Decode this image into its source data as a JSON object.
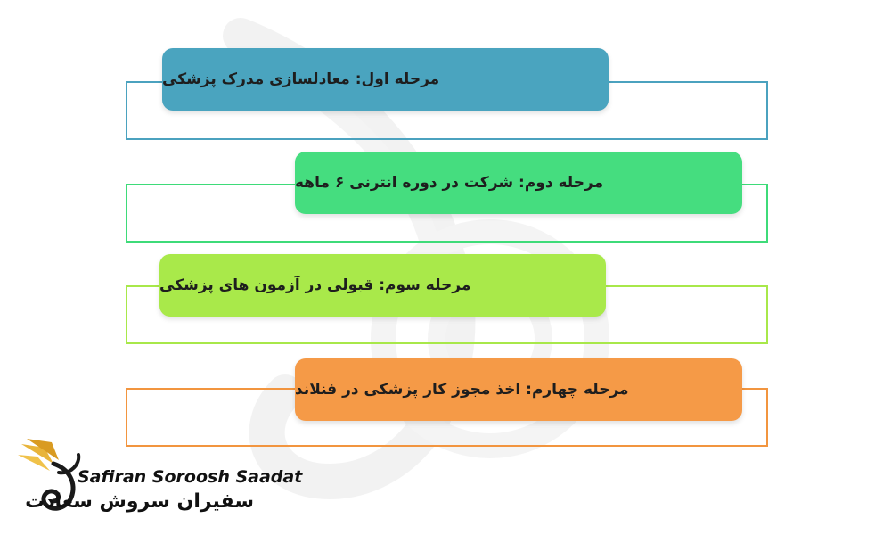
{
  "steps": [
    {
      "label": "مرحله اول: معادلسازی مدرک پزشکی",
      "color": "#4aa4bf"
    },
    {
      "label": "مرحله دوم: شرکت در دوره انترنی ۶ ماهه",
      "color": "#45dd7f"
    },
    {
      "label": "مرحله سوم: قبولی در آزمون های پزشکی",
      "color": "#a9e94a"
    },
    {
      "label": "مرحله چهارم: اخذ مجوز کار پزشکی در فنلاند",
      "color": "#f59a47"
    }
  ],
  "brand": {
    "name_en": "Safiran Soroosh Saadat",
    "name_fa": "سفیران سروش سعادت",
    "logo_icon": "golden-swan-wing-icon",
    "accent": "#e8b43a"
  },
  "watermark_icon": "swan-wing-watermark-icon"
}
